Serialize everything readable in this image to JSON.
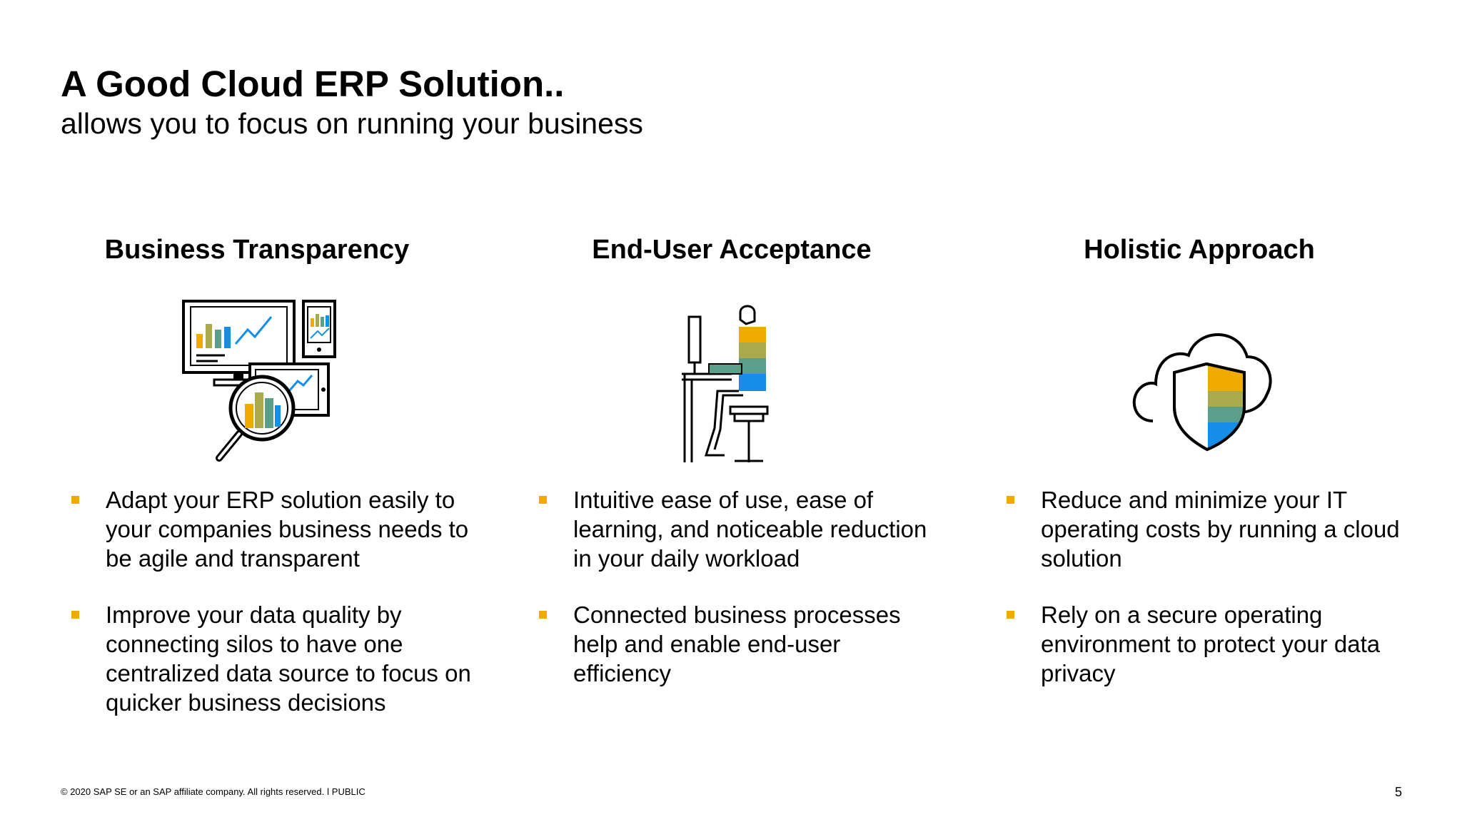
{
  "slide": {
    "title": "A Good Cloud ERP Solution..",
    "subtitle": "allows you to focus on running your business",
    "columns": [
      {
        "heading": "Business Transparency",
        "icon": "analytics-dashboard-icon",
        "bullets": [
          "Adapt your ERP solution easily to your companies business needs to be agile and transparent",
          "Improve your data quality by connecting silos to have one centralized data source to focus on quicker business decisions"
        ]
      },
      {
        "heading": "End-User Acceptance",
        "icon": "user-at-desk-icon",
        "bullets": [
          "Intuitive ease of use, ease of learning, and noticeable reduction in your daily workload",
          "Connected business processes help and enable end-user efficiency"
        ]
      },
      {
        "heading": "Holistic Approach",
        "icon": "cloud-shield-icon",
        "bullets": [
          "Reduce and minimize your IT operating costs by running a cloud solution",
          "Rely on a secure operating environment to protect your data privacy"
        ]
      }
    ],
    "footer": "© 2020 SAP SE or an SAP affiliate company. All rights reserved.  ǀ  PUBLIC",
    "page_number": "5"
  },
  "colors": {
    "accent_gold": "#f0ab00",
    "olive": "#a9a94d",
    "teal": "#5b9e8a",
    "blue": "#148ee6"
  }
}
